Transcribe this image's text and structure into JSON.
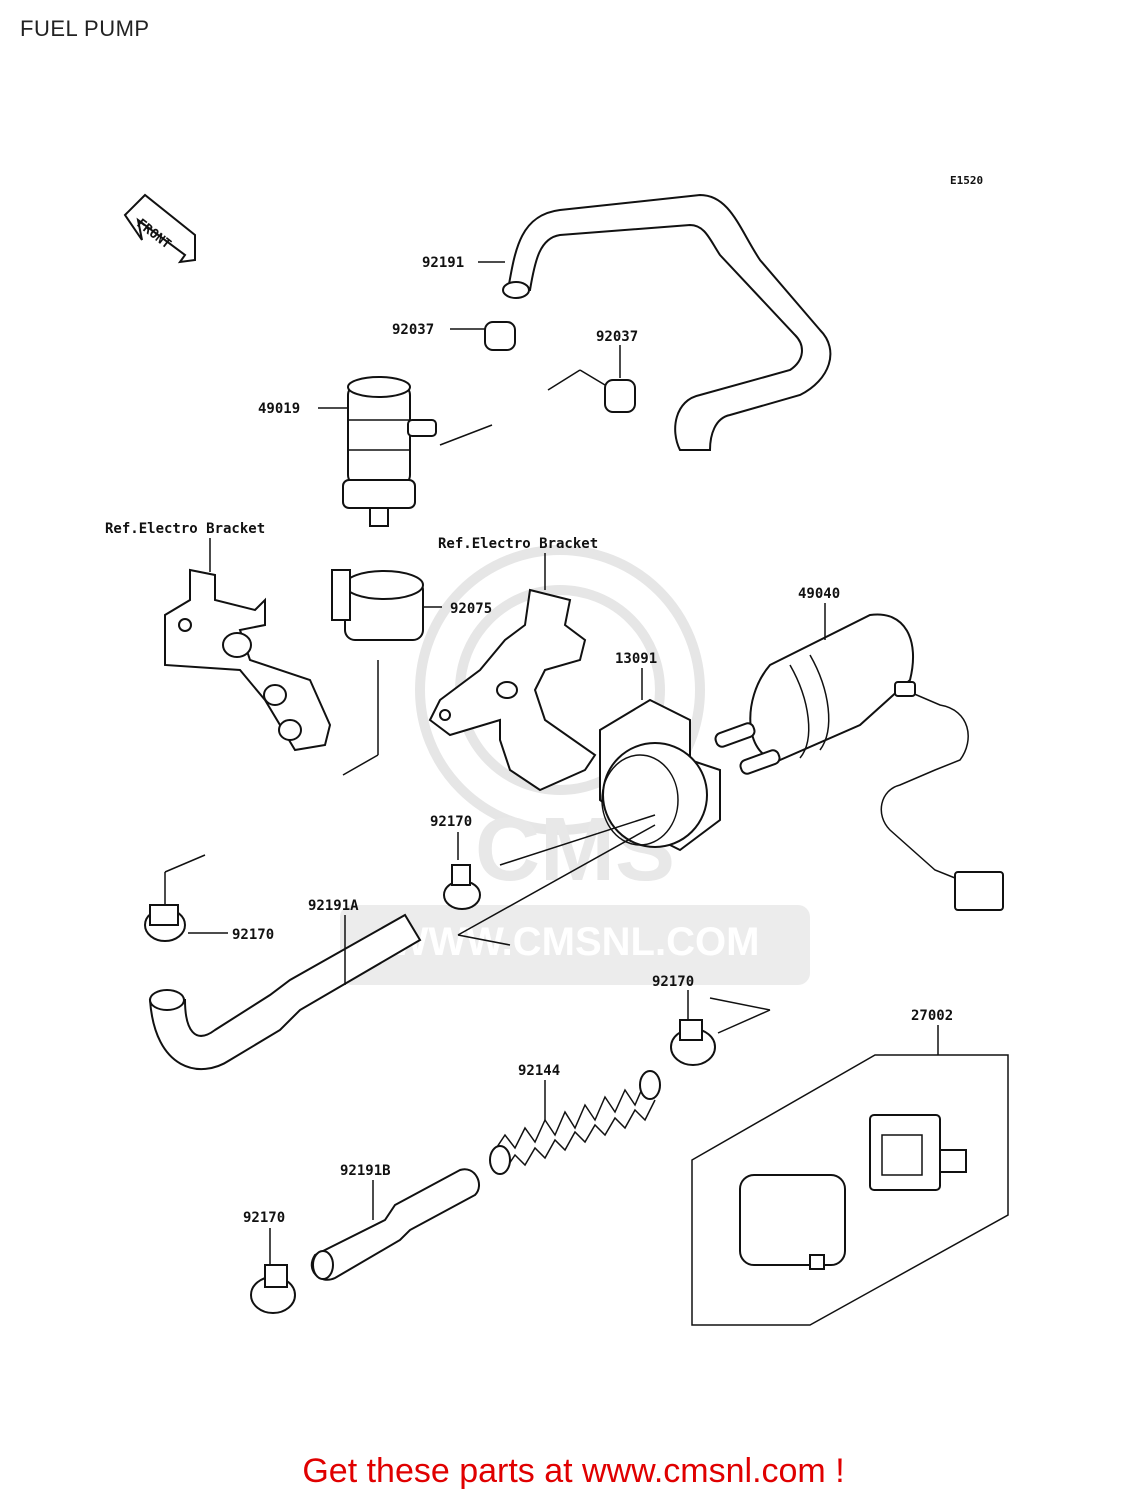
{
  "title": "FUEL PUMP",
  "diagram_code": "E1520",
  "front_marker": "FRONT",
  "watermark": "WWW.CMSNL.COM",
  "watermark_logo": "CMS",
  "labels": {
    "l92191": "92191",
    "l92037a": "92037",
    "l92037b": "92037",
    "l49019": "49019",
    "ref1": "Ref.Electro Bracket",
    "ref2": "Ref.Electro Bracket",
    "l92075": "92075",
    "l49040": "49040",
    "l13091": "13091",
    "l92170a": "92170",
    "l92170b": "92170",
    "l92191A": "92191A",
    "l92170c": "92170",
    "l27002": "27002",
    "l92144": "92144",
    "l92191B": "92191B",
    "l92170d": "92170"
  },
  "footer": "Get these parts at www.cmsnl.com !",
  "colors": {
    "footer": "#e00000",
    "line": "#111111",
    "watermark": "#e6e6e6"
  }
}
